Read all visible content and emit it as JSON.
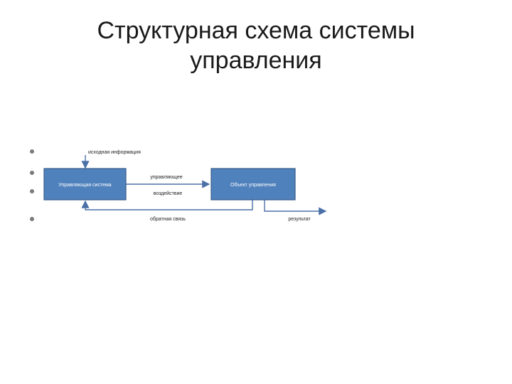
{
  "slide": {
    "title_line1": "Структурная схема системы",
    "title_line2": "управления"
  },
  "diagram": {
    "control_system": "Управляющая система",
    "control_object": "Объект управления",
    "input_label": "исходная информация",
    "control_label_1": "управляющее",
    "control_label_2": "воздействие",
    "feedback_label": "обратная связь",
    "output_label": "результат"
  },
  "colors": {
    "box_fill": "#4f81bd",
    "box_border": "#385d8a",
    "line": "#4a70a8"
  }
}
